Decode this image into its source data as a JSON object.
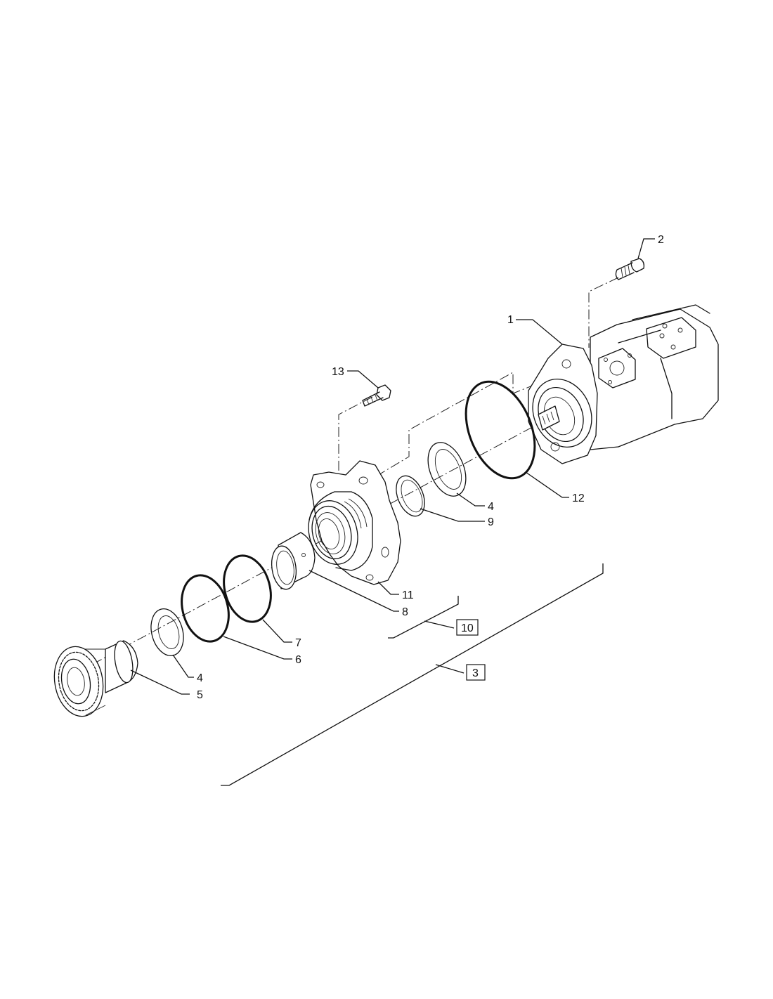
{
  "callouts": {
    "c1": "1",
    "c2": "2",
    "c3": "3",
    "c4a": "4",
    "c4b": "4",
    "c5": "5",
    "c6": "6",
    "c7": "7",
    "c8": "8",
    "c9": "9",
    "c10": "10",
    "c11": "11",
    "c12": "12",
    "c13": "13"
  },
  "colors": {
    "ink": "#111111",
    "background": "#ffffff"
  }
}
